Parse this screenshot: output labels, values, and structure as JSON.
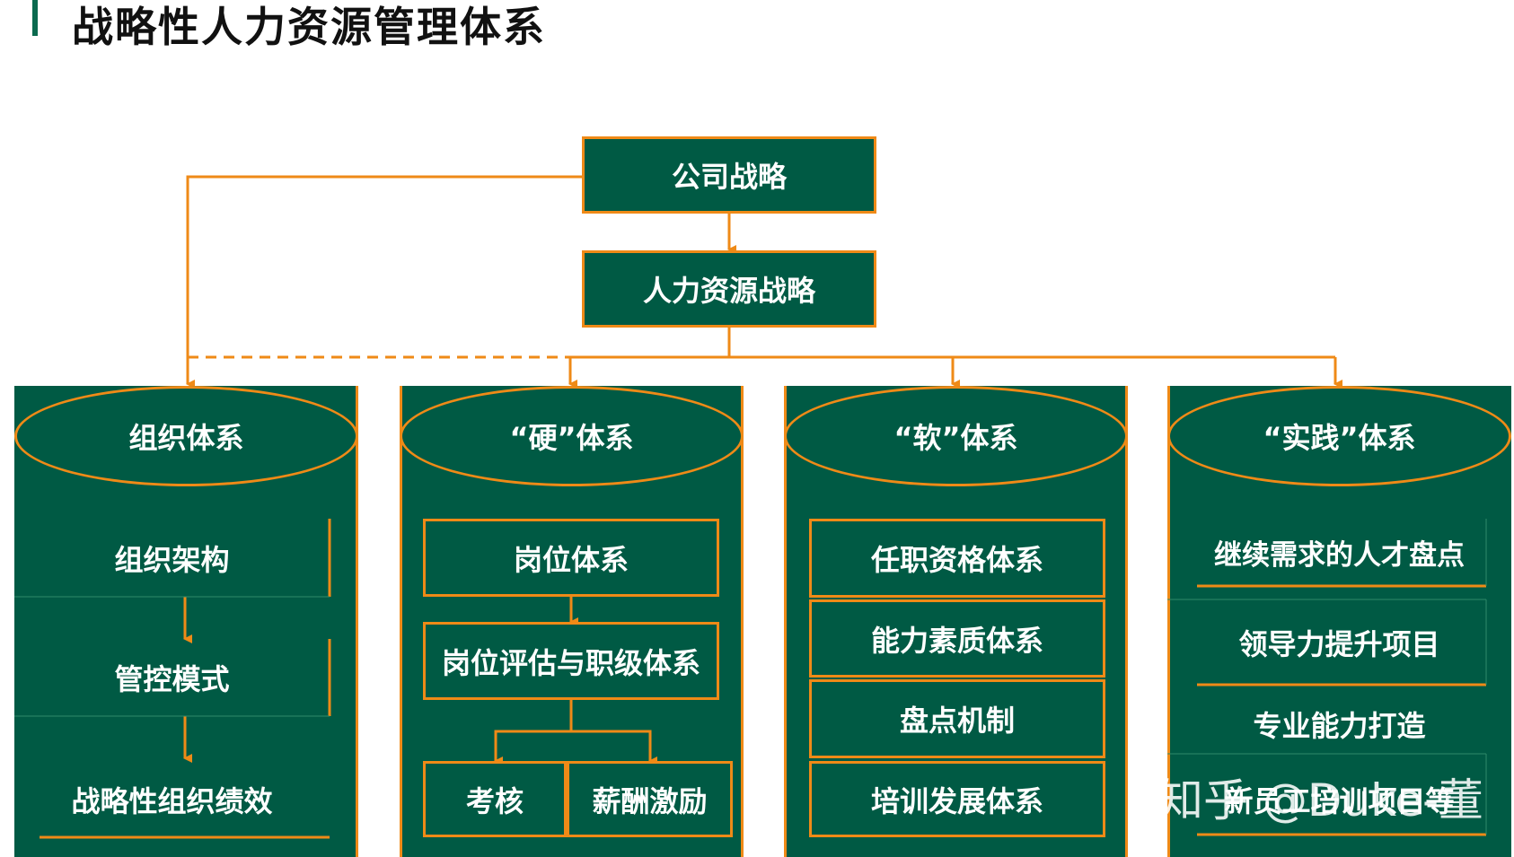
{
  "title": "战略性人力资源管理体系",
  "top": {
    "company_strategy": "公司战略",
    "hr_strategy": "人力资源战略"
  },
  "columns": [
    {
      "header": "组织体系",
      "items": [
        "组织架构",
        "管控模式",
        "战略性组织绩效"
      ]
    },
    {
      "header": "“硬”体系",
      "items": [
        "岗位体系",
        "岗位评估与职级体系"
      ],
      "sub_items": [
        "考核",
        "薪酬激励"
      ]
    },
    {
      "header": "“软”体系",
      "items": [
        "任职资格体系",
        "能力素质体系",
        "盘点机制",
        "培训发展体系"
      ]
    },
    {
      "header": "“实践”体系",
      "items": [
        "继续需求的人才盘点",
        "领导力提升项目",
        "专业能力打造",
        "新员工培训项目等"
      ]
    }
  ],
  "watermark": "知乎 @Duke-董",
  "colors": {
    "primary_green": "#005a44",
    "accent_orange": "#ef8a17",
    "title_bar": "#0b6a4f"
  }
}
